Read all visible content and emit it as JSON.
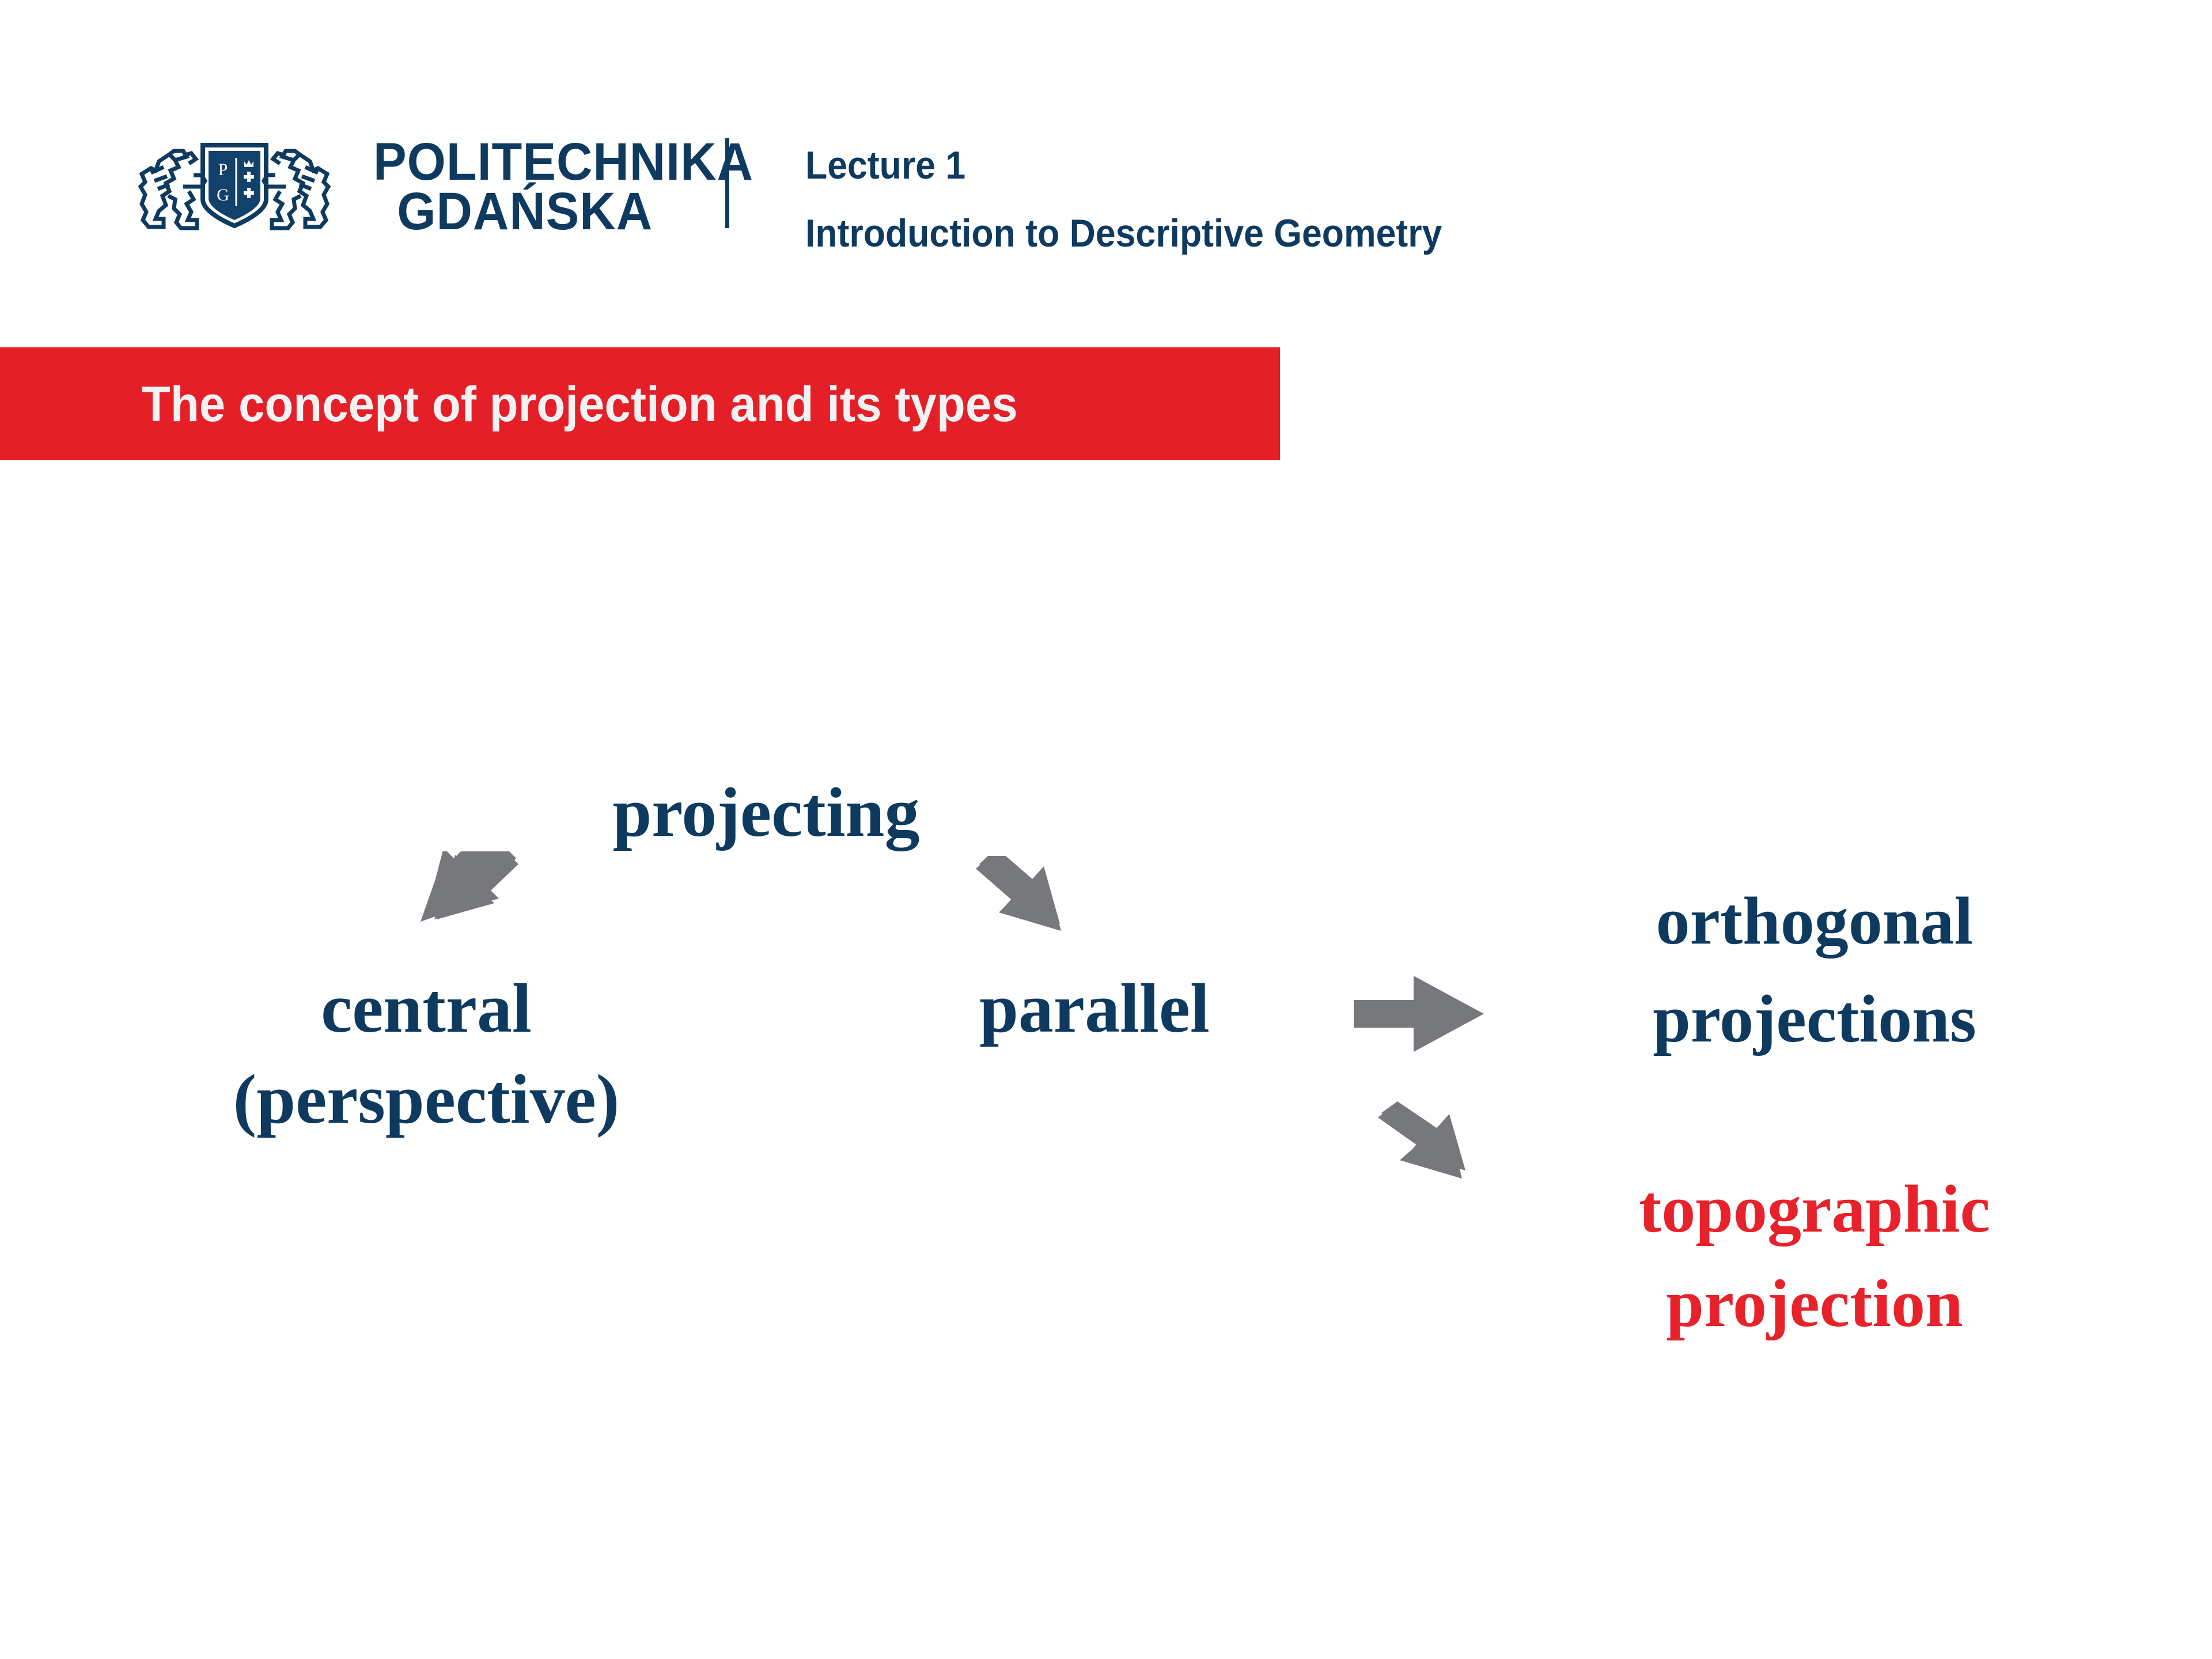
{
  "header": {
    "logo": {
      "icon": "politechnika-gdanska-crest-icon",
      "shield_letters": [
        "P",
        "G"
      ],
      "alt": "Politechnika Gdańska coat of arms"
    },
    "wordmark_line1": "POLITECHNIKA",
    "wordmark_line2": "GDAŃSKA",
    "divider": "vertical-divider",
    "lecture_number": "Lecture 1",
    "lecture_title": "Introduction to Descriptive Geometry"
  },
  "title_banner": {
    "text": "The concept of projection and its types",
    "background_color": "#E41F27",
    "text_color": "#F2F2F2"
  },
  "diagram": {
    "type": "tree",
    "root": "projecting",
    "nodes": {
      "projecting": "projecting",
      "central_line1": "central",
      "central_line2": "(perspective)",
      "parallel": "parallel",
      "orthogonal_line1": "orthogonal",
      "orthogonal_line2": "projections",
      "topographic_line1": "topographic",
      "topographic_line2": "projection"
    },
    "edges": [
      {
        "from": "projecting",
        "to": "central",
        "direction": "down-left",
        "icon": "arrow-down-left-icon"
      },
      {
        "from": "projecting",
        "to": "parallel",
        "direction": "down-right",
        "icon": "arrow-down-right-icon"
      },
      {
        "from": "parallel",
        "to": "orthogonal projections",
        "direction": "right",
        "icon": "arrow-right-icon"
      },
      {
        "from": "parallel",
        "to": "topographic projection",
        "direction": "down-right",
        "icon": "arrow-down-right-icon"
      }
    ],
    "colors": {
      "navy": "#0E3A5F",
      "red": "#E8222A",
      "arrow_gray": "#77787B"
    }
  }
}
